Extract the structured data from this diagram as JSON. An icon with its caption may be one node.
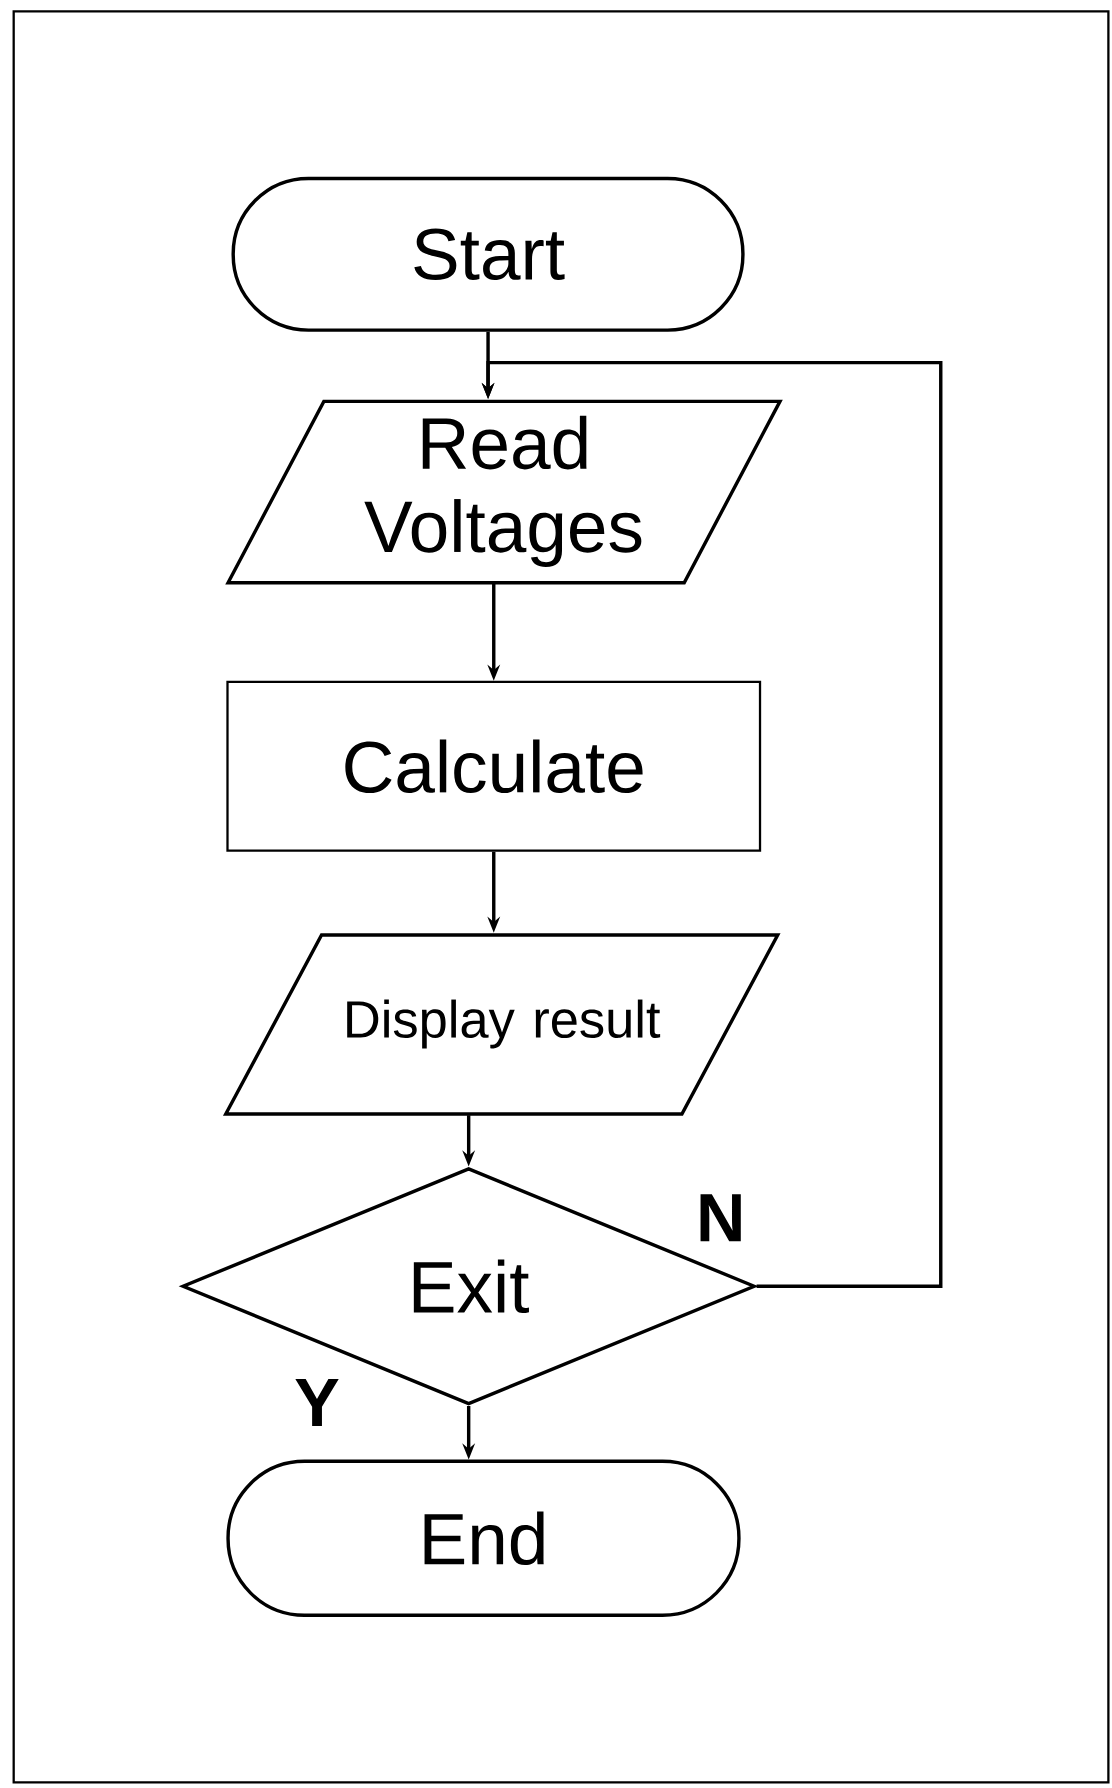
{
  "diagram": {
    "nodes": [
      {
        "text": [
          "Start"
        ]
      },
      {
        "text": [
          "Read Voltages"
        ]
      },
      {
        "text": [
          "Calculate"
        ]
      },
      {
        "text": [
          "Display result"
        ]
      },
      {
        "text": [
          "Exit"
        ]
      },
      {
        "text": [
          "End"
        ]
      }
    ],
    "edges": [
      {
        "from": 0,
        "to": 1,
        "arrow": "to"
      },
      {
        "from": 1,
        "to": 2,
        "arrow": "to"
      },
      {
        "from": 2,
        "to": 3,
        "arrow": "to"
      },
      {
        "from": 3,
        "to": 4,
        "arrow": "to"
      },
      {
        "from": 4,
        "to": 5,
        "arrow": "to",
        "label": "Y"
      },
      {
        "from": 4,
        "to": 1,
        "arrow": "to",
        "label": "N"
      }
    ]
  }
}
